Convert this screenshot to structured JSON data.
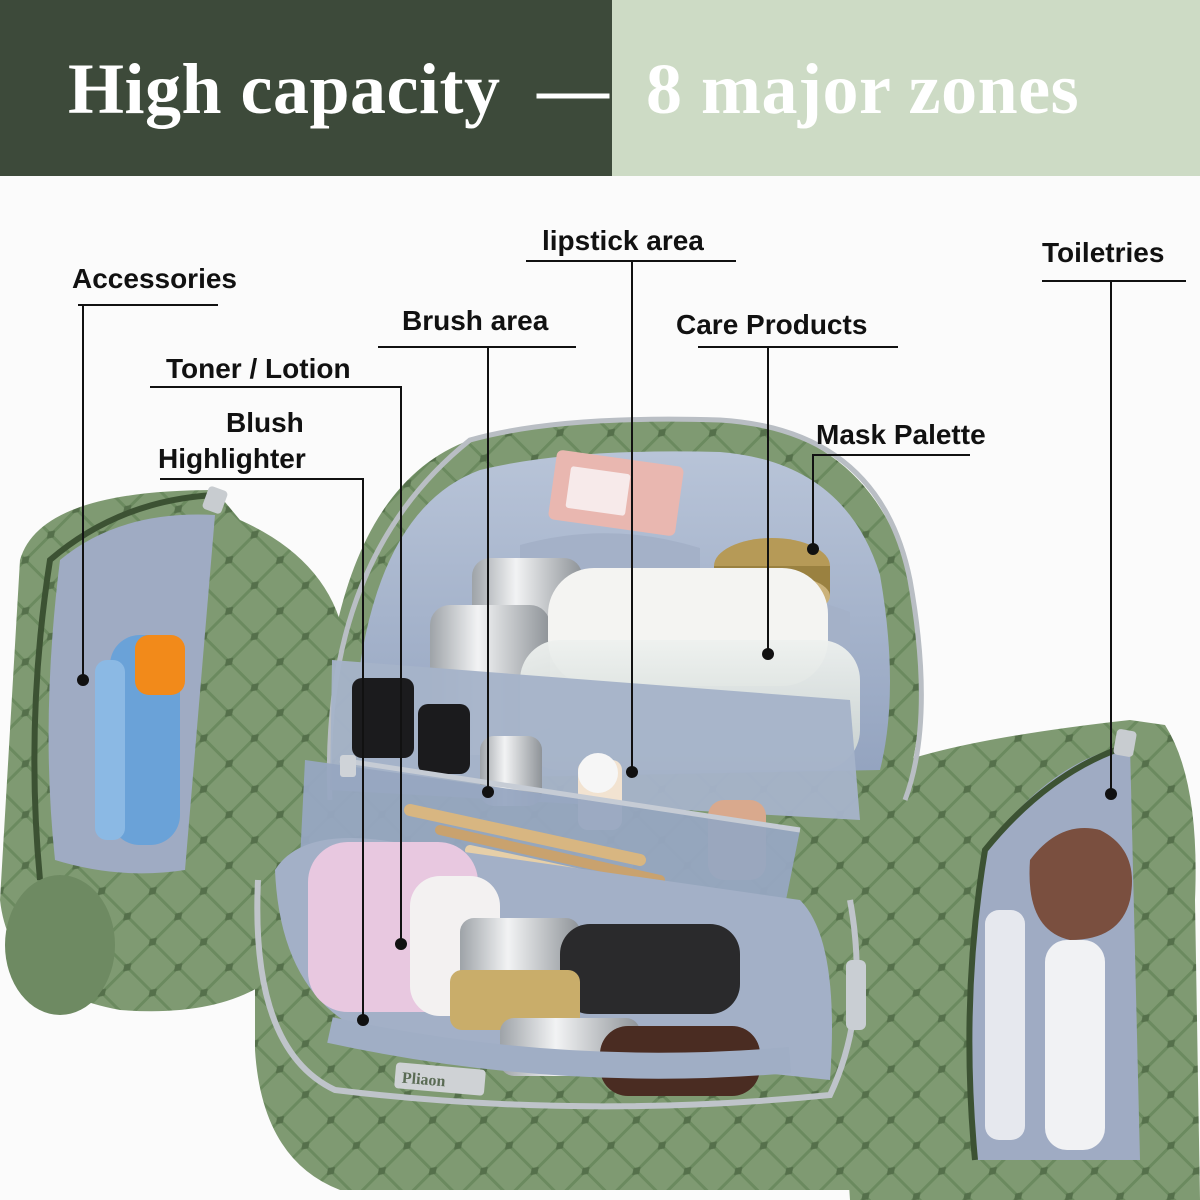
{
  "header": {
    "title_left": "High capacity",
    "separator": "—",
    "title_right": "8 major zones",
    "colors": {
      "dark": "#3d4a3a",
      "light": "#cddbc5"
    }
  },
  "product": {
    "brand_mark": "Pliaon"
  },
  "labels": {
    "accessories": "Accessories",
    "toner_lotion": "Toner / Lotion",
    "blush": "Blush",
    "highlighter": "Highlighter",
    "brush_area": "Brush area",
    "lipstick_area": "lipstick area",
    "care_products": "Care Products",
    "mask_palette": "Mask Palette",
    "toiletries": "Toiletries"
  },
  "colors": {
    "bag_green": "#7f9a72",
    "bag_pattern": "#5e7a54",
    "lining": "#a9b6cd",
    "accent_orange": "#f28a1a",
    "accent_blue": "#6aa2d8"
  }
}
